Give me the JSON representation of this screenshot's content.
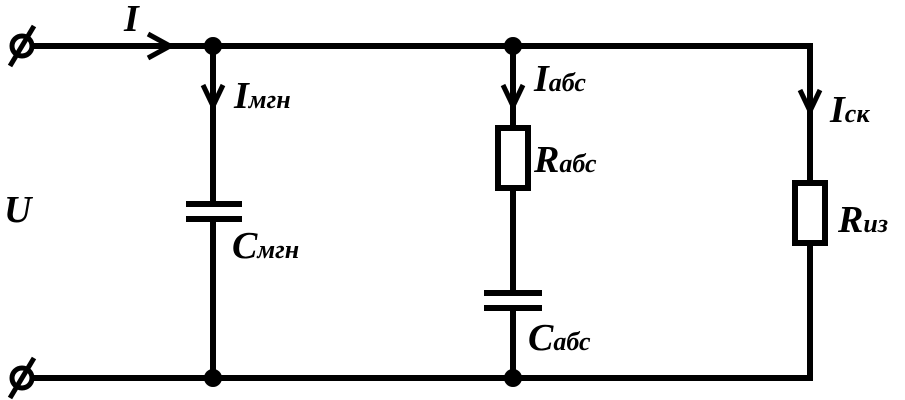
{
  "labels": {
    "source_current": "I",
    "voltage": "U",
    "current_mgn": {
      "main": "I",
      "sub": "мгн"
    },
    "current_abs": {
      "main": "I",
      "sub": "абс"
    },
    "current_sk": {
      "main": "I",
      "sub": "ск"
    },
    "cap_mgn": {
      "main": "C",
      "sub": "мгн"
    },
    "res_abs": {
      "main": "R",
      "sub": "абс"
    },
    "cap_abs": {
      "main": "C",
      "sub": "абс"
    },
    "res_iz": {
      "main": "R",
      "sub": "из"
    }
  }
}
